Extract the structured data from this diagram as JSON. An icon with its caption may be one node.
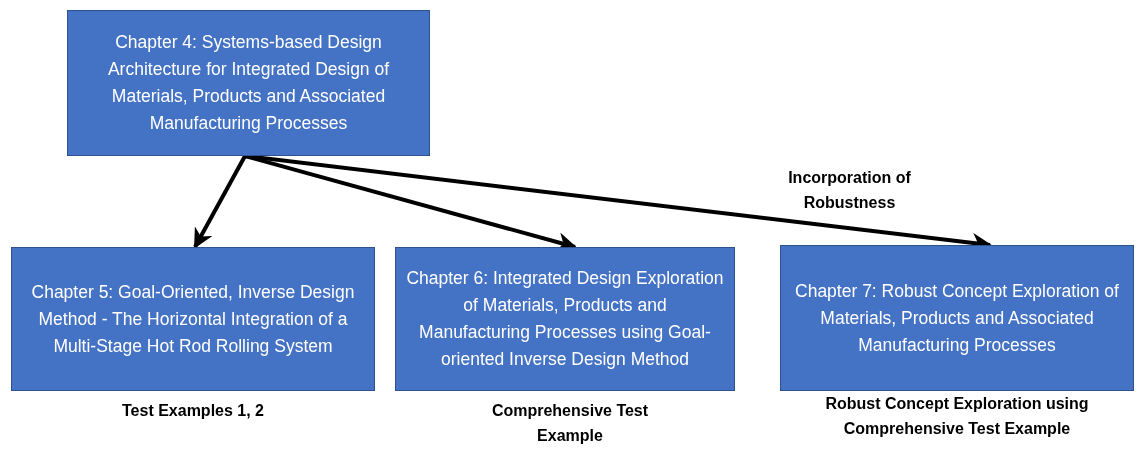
{
  "diagram": {
    "nodes": [
      {
        "text": [
          "Chapter 4: Systems-based Design Architecture for Integrated Design of Materials, Products and Associated Manufacturing Processes"
        ]
      },
      {
        "text": [
          "Chapter 5: Goal-Oriented, Inverse Design Method - The Horizontal Integration of a Multi-Stage Hot Rod Rolling System"
        ],
        "beside": [
          "Test Examples 1, 2"
        ]
      },
      {
        "text": [
          "Chapter 6: Integrated Design Exploration of Materials, Products and Manufacturing Processes using Goal-oriented Inverse Design Method"
        ],
        "beside": [
          "Comprehensive Test Example"
        ]
      },
      {
        "text": [
          "Chapter 7: Robust Concept Exploration of Materials, Products and Associated Manufacturing Processes"
        ],
        "beside": [
          "Robust Concept Exploration using Comprehensive Test Example"
        ]
      }
    ],
    "edges": [
      {
        "from": 0,
        "to": 1,
        "arrow": "to"
      },
      {
        "from": 0,
        "to": 2,
        "arrow": "to"
      },
      {
        "from": 0,
        "to": 3,
        "arrow": "to",
        "label": "Incorporation of Robustness"
      }
    ]
  }
}
